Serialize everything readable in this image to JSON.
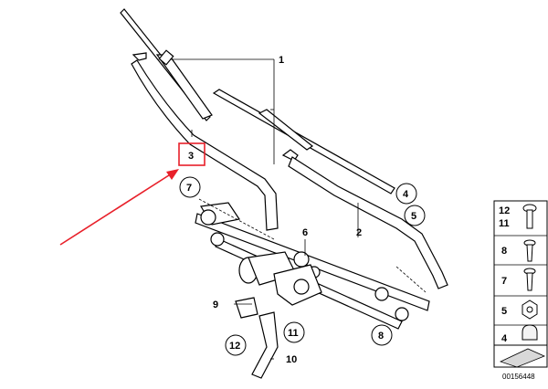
{
  "callouts": {
    "c1": "1",
    "c2": "2",
    "c3": "3",
    "c4": "4",
    "c5": "5",
    "c6": "6",
    "c7": "7",
    "c8": "8",
    "c9": "9",
    "c10": "10",
    "c11": "11",
    "c12": "12"
  },
  "legend": {
    "row1_a": "12",
    "row1_b": "11",
    "row2": "8",
    "row3": "7",
    "row4": "5",
    "row5": "4"
  },
  "diagram_id": "00156448",
  "colors": {
    "highlight": "#e8202a",
    "line": "#000000",
    "part_fill": "#ffffff",
    "shade": "#d8d8d8"
  }
}
